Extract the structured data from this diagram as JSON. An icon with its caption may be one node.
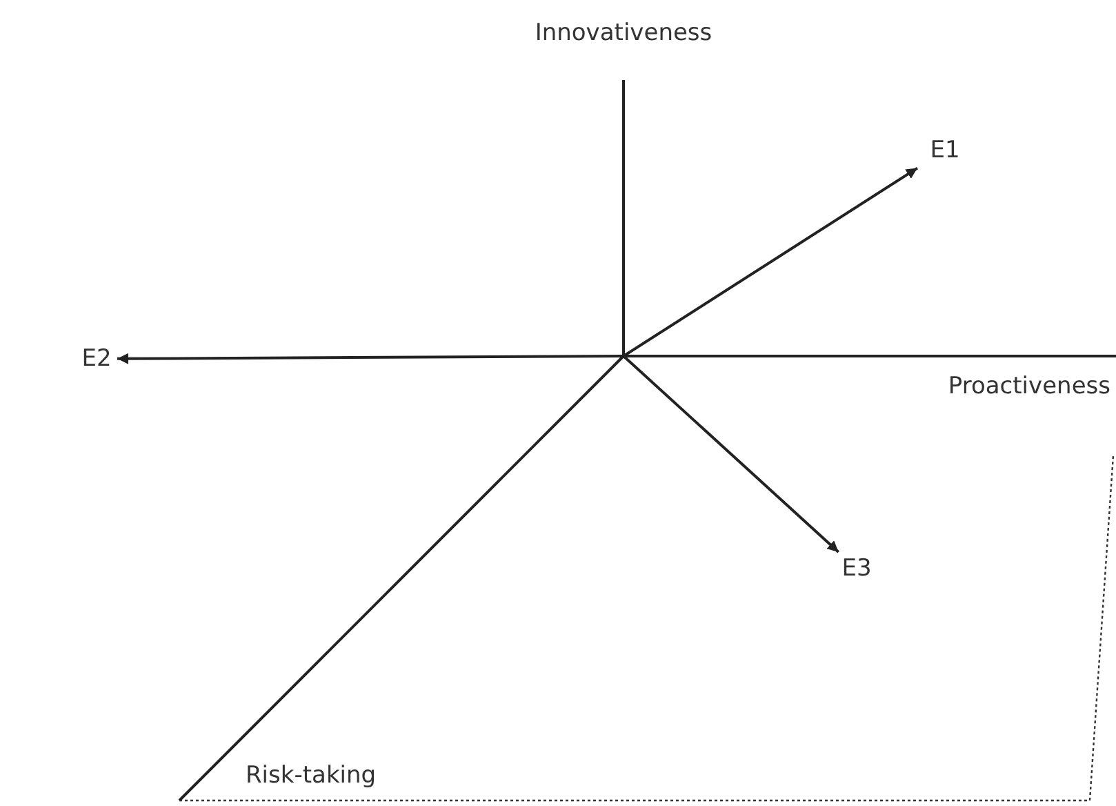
{
  "diagram": {
    "nodes": [
      {
        "text": [
          "E1"
        ]
      },
      {
        "text": [
          "E2"
        ]
      },
      {
        "text": [
          "E3"
        ]
      }
    ],
    "edges": [
      {
        "from": null,
        "to": 0,
        "arrow": "to"
      },
      {
        "from": null,
        "to": 1,
        "arrow": "to"
      },
      {
        "from": null,
        "to": 2,
        "arrow": "to"
      }
    ],
    "labels": [
      "Innovativeness",
      "Proactiveness",
      "Risk-taking"
    ]
  }
}
